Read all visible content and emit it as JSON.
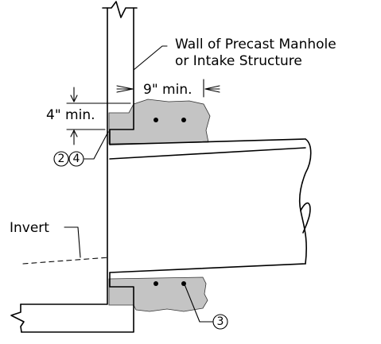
{
  "labels": {
    "wall_line1": "Wall of Precast Manhole",
    "wall_line2": "or Intake Structure",
    "nine_min": "9\" min.",
    "four_min": "4\" min.",
    "invert": "Invert"
  },
  "callouts": {
    "c2": "2",
    "c4": "4",
    "c3": "3"
  }
}
